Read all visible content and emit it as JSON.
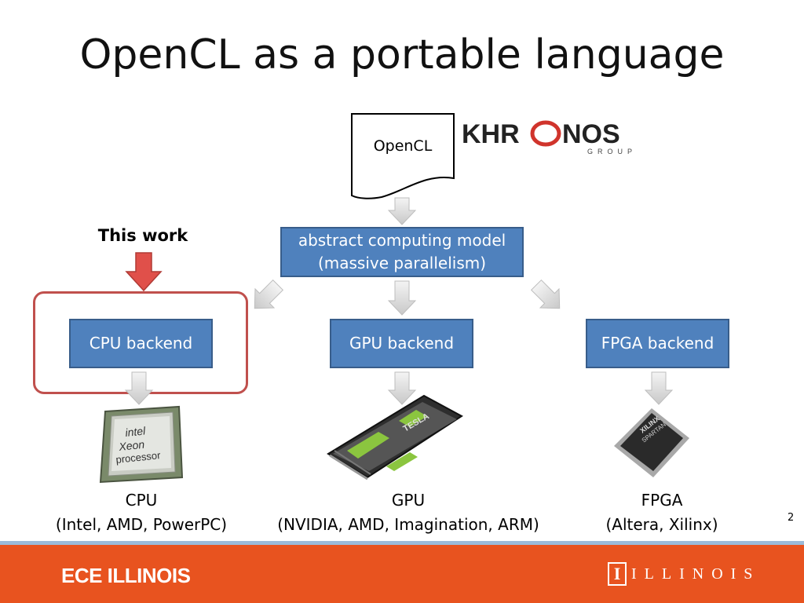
{
  "slide": {
    "title": "OpenCL as a portable language",
    "page_number": "2"
  },
  "source_doc": {
    "label": "OpenCL"
  },
  "khronos_logo": {
    "wordmark": "KHRONOS",
    "subtext": "GROUP"
  },
  "abstract_model": {
    "line1": "abstract computing model",
    "line2": "(massive parallelism)"
  },
  "this_work": {
    "label": "This work"
  },
  "backends": [
    {
      "label": "CPU backend"
    },
    {
      "label": "GPU backend"
    },
    {
      "label": "FPGA backend"
    }
  ],
  "hardware": [
    {
      "name": "CPU",
      "vendors": "(Intel, AMD, PowerPC)",
      "chip_text": [
        "intel",
        "Xeon",
        "processor"
      ]
    },
    {
      "name": "GPU",
      "vendors": "(NVIDIA, AMD, Imagination, ARM)",
      "card_text": "TESLA"
    },
    {
      "name": "FPGA",
      "vendors": "(Altera, Xilinx)",
      "chip_text": [
        "XILINX",
        "SPARTAN"
      ]
    }
  ],
  "footer": {
    "left": "ECE ILLINOIS",
    "right_mark": "I",
    "right_text": "ILLINOIS"
  },
  "colors": {
    "backend_fill": "#4f81bd",
    "backend_border": "#385d8a",
    "highlight": "#c0504d",
    "footer_bg": "#e8531f",
    "khronos_red": "#d0342c",
    "arrow_gray": "#d0d0d0"
  }
}
